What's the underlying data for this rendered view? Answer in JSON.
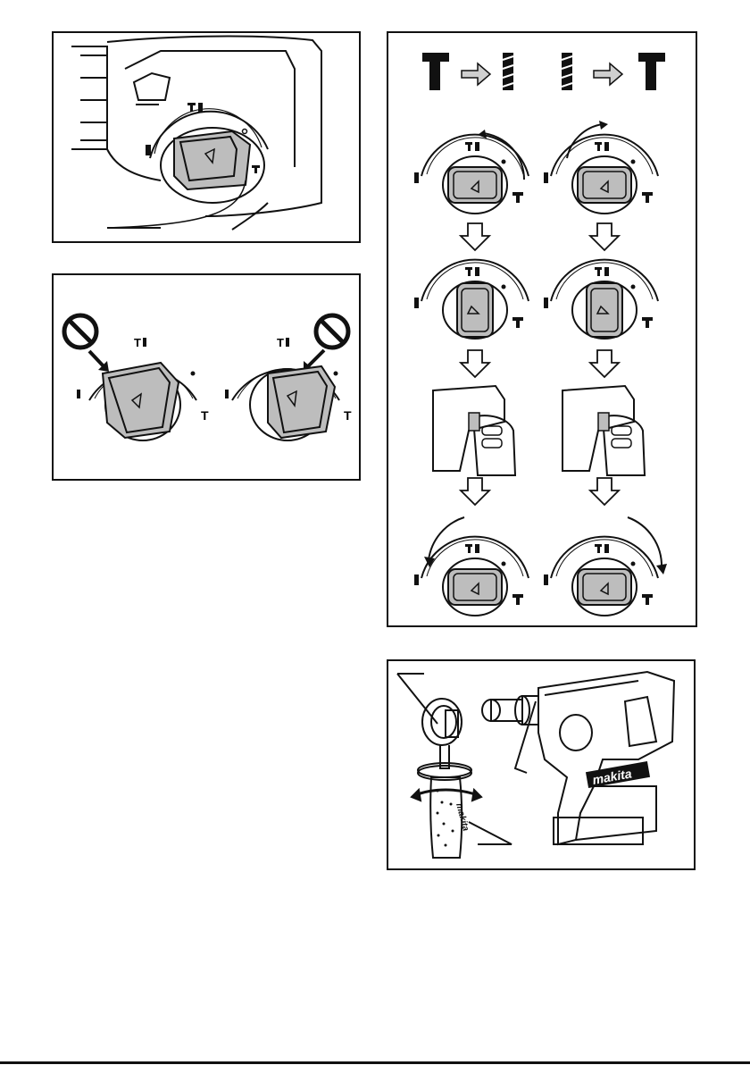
{
  "figures": [
    {
      "id": "fig1",
      "description_hidden": ""
    },
    {
      "id": "fig2"
    },
    {
      "id": "fig3"
    },
    {
      "id": "fig4",
      "brand": "makita"
    }
  ],
  "mode_symbols": {
    "hammer": "T",
    "rotation": "drill-bit",
    "rotation_hammer": "T-drill"
  },
  "colors": {
    "ink": "#111111",
    "grey_fill": "#bdbdbd",
    "arrow_fill": "#cfcfcf",
    "prohibit": "#111111"
  }
}
